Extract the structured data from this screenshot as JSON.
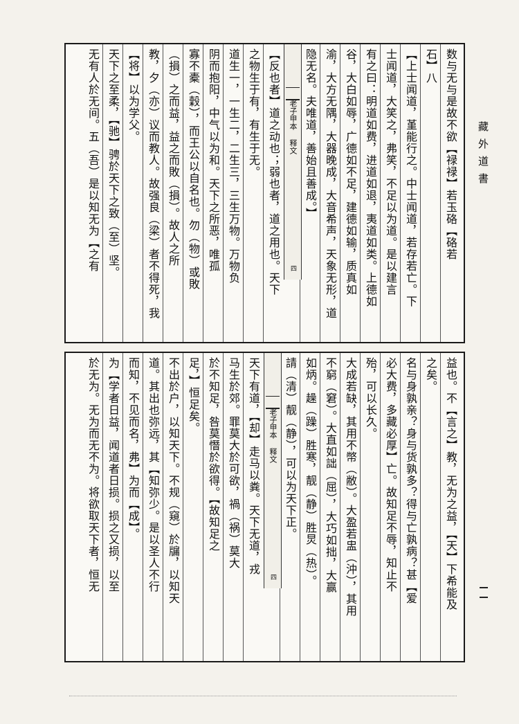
{
  "book_title": "藏外道書",
  "page_number": "一二",
  "top_panel": {
    "columns": [
      "数与无与是故不欲【禄禄】若玉硌【硌若",
      "石】八",
      "【上士闻道，堇能行之。中士闻道，若存若亡。下",
      "士闻道，大笑之，弗笑，不足以为道。是以建言",
      "有之曰：明道如费，进道如退，夷道如类。上德如",
      "谷，大白如辱，广德如不足，建德如输，质真如",
      "渝，大方无隅，大器晚成，大音希声，天象无形，道",
      "隐无名。夫唯道，善始且善成。】",
      "【反也者】道之动也；弱也者，道之用也。天下",
      "之物生于有，有生于无。",
      "道生一，一生二，二生三，三生万物。万物负",
      "阴而抱阳，中气以为和。天下之所恶，唯孤",
      "寡不橐（穀），而王公以自名也。勿（物）或敗",
      "（損）之而益，益之而敗（損）。故人之所",
      "教，夕（亦）议而教人。故强良（梁）者不得死，我",
      "【将】以为学父。",
      "天下之至柔，【驰】骋於天下之致（至）坚。",
      "无有人於无间。五（吾）是以知无为【之有"
    ],
    "tab": {
      "text": "老子甲本 释文",
      "num": "四"
    }
  },
  "bottom_panel": {
    "columns": [
      "益也。不【言之】教，无为之益，【天】下希能及",
      "之矣。",
      "名与身孰亲？身与货孰多？得与亡孰病？甚【爱",
      "必大费，多藏必厚】亡。故知足不辱，知止不",
      "殆，可以长久。",
      "大成若缺，其用不幣（敝）。大盈若盅（沖），其用",
      "不窮（窘）。大直如詘（屈），大巧如拙，大赢",
      "如炳。趮（躁）胜寒，靓（静）胜炅（热）。",
      "請（清）靓（静），可以为天下正。",
      "天下有道，【却】走马以粪。天下无道，戎",
      "马生於郊。罪莫大於可欲，禍（祸）莫大",
      "於不知足，咎莫憯於欲得。【故知足之",
      "足，】恒足矣。",
      "不出於户，以知天下。不规（窺）於牖，以知天",
      "道。其出也弥远，其【知弥少。是以圣人不行",
      "而知，不见而名，弗】为而【成】。",
      "为【学者日益，闻道者日损。损之又损，以至",
      "於无为。无为而无不为。将欲取天下者，恒无"
    ],
    "tab": {
      "text": "老子甲本 释文",
      "num": "四"
    }
  }
}
